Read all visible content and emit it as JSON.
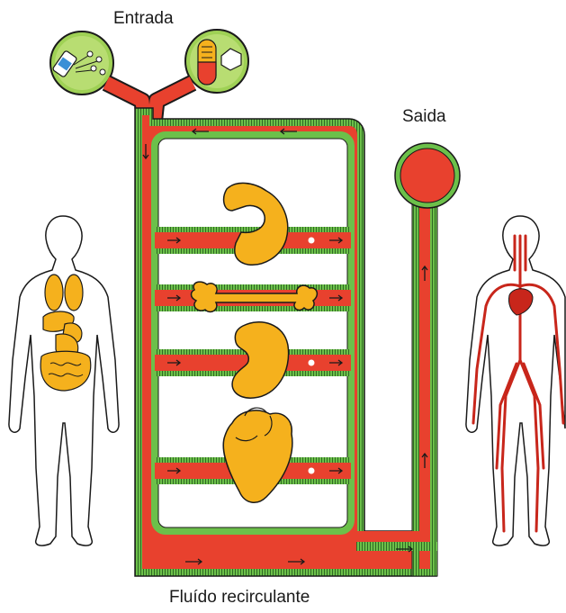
{
  "labels": {
    "inlet": "Entrada",
    "outlet": "Saida",
    "recirculating_fluid": "Fluído recirculante"
  },
  "colors": {
    "fluid": "#e8412e",
    "vessel_wall": "#6cc04a",
    "organ": "#f5b11d",
    "outline": "#1a1a1a",
    "inlet_bubble": "#9fd155"
  },
  "icons": {
    "inlet_left": "iv-drip-icon",
    "inlet_right": "pill-capsule-icon",
    "outlet": "outlet-reservoir-icon",
    "organs": [
      "stomach-icon",
      "bone-icon",
      "kidney-icon",
      "heart-icon"
    ],
    "bodies": [
      "human-body-organs-icon",
      "human-body-vessels-icon"
    ]
  }
}
